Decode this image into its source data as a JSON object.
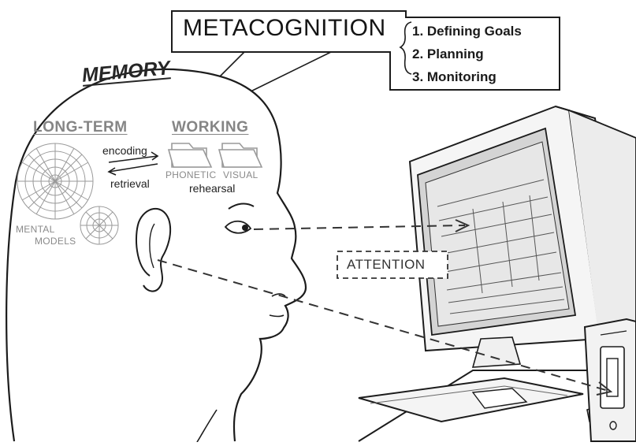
{
  "metacognition": {
    "title": "METACOGNITION",
    "steps": [
      "1. Defining Goals",
      "2. Planning",
      "3. Monitoring"
    ]
  },
  "memory": {
    "title": "MEMORY",
    "long_term": "LONG-TERM",
    "working": "WORKING",
    "encoding": "encoding",
    "retrieval": "retrieval",
    "phonetic": "PHONETIC",
    "visual": "VISUAL",
    "rehearsal": "rehearsal",
    "mental_models_line1": "MENTAL",
    "mental_models_line2": "MODELS"
  },
  "attention": "ATTENTION",
  "colors": {
    "ink": "#1c1c1c",
    "grey_label": "#858585",
    "light_grey": "#9a9a9a"
  }
}
